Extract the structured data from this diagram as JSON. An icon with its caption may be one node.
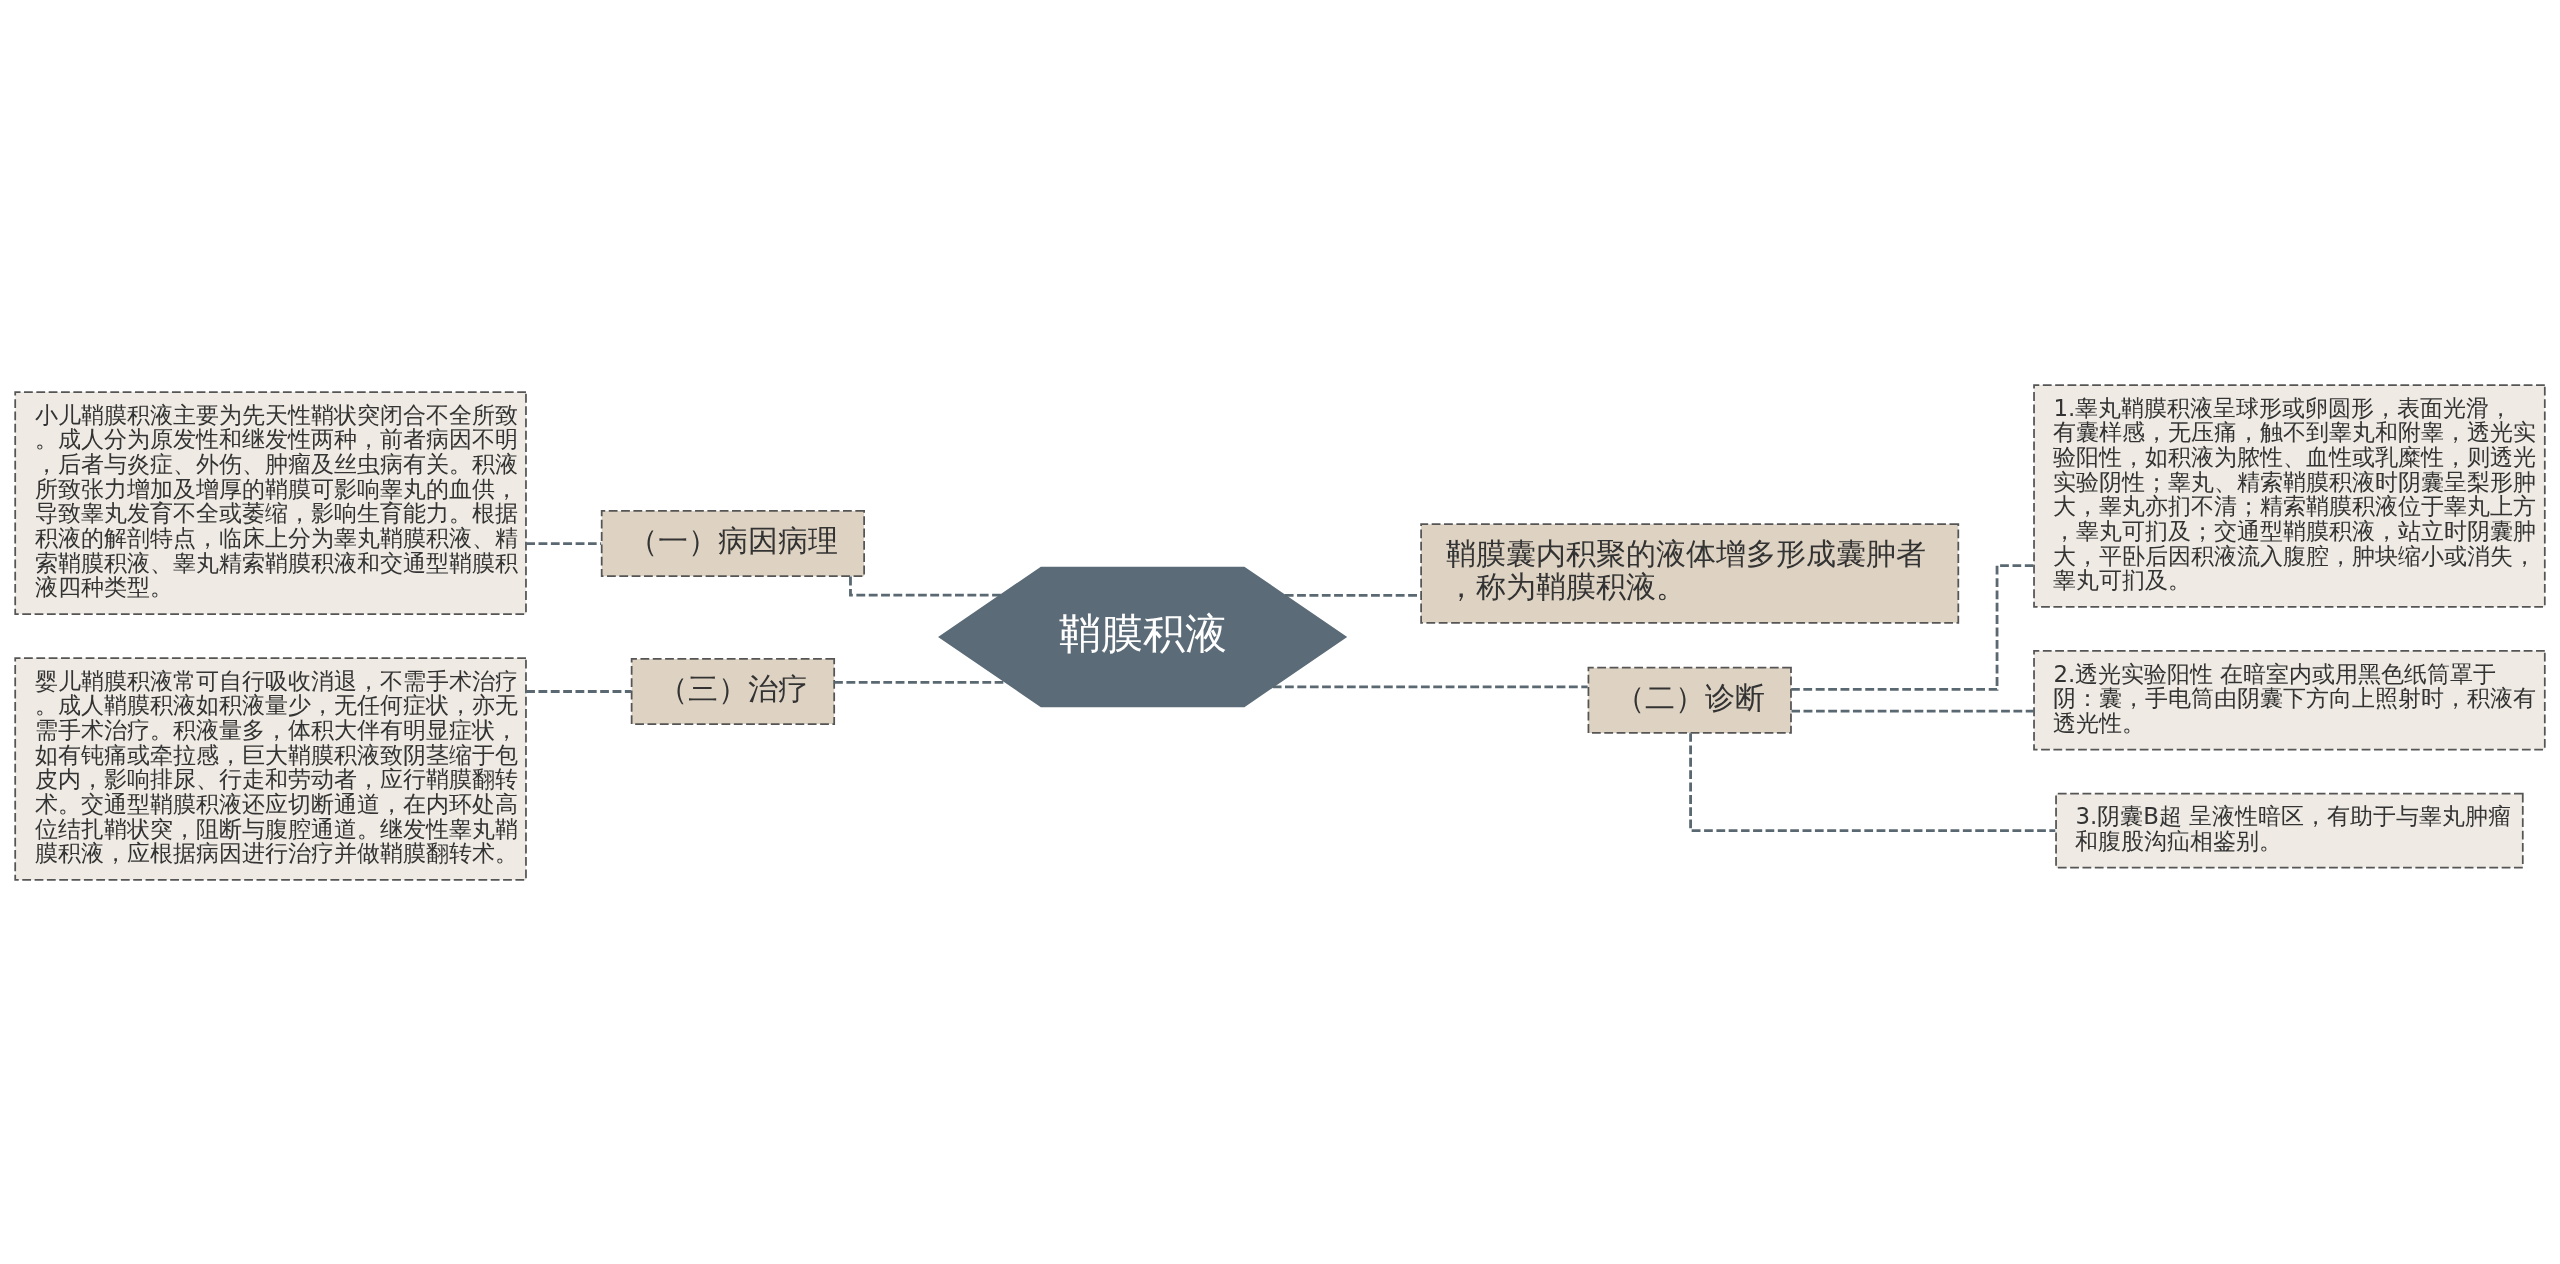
{
  "diagram": {
    "nodes": [
      {
        "text": [
          "鞘膜积液"
        ]
      },
      {
        "text": [
          "（一）病因病理"
        ]
      },
      {
        "text": [
          "小儿鞘膜积液主要为先天性鞘状突闭合不全所致。成人分为原发性和继发性两种，前者病因不明，后者与炎症、外伤、肿瘤及丝虫病有关。积液所致张力增加及增厚的鞘膜可影响睾丸的血供，导致睾丸发育不全或萎缩，影响生育能力。根据积液的解剖特点，临床上分为睾丸鞘膜积液、精索鞘膜积液、睾丸精索鞘膜积液和交通型鞘膜积液四种类型。"
        ]
      },
      {
        "text": [
          "（三）治疗"
        ]
      },
      {
        "text": [
          "婴儿鞘膜积液常可自行吸收消退，不需手术治疗。成人鞘膜积液如积液量少，无任何症状，亦无需手术治疗。积液量多，体积大伴有明显症状，如有钝痛或牵拉感，巨大鞘膜积液致阴茎缩于包皮内，影响排尿、行走和劳动者，应行鞘膜翻转术。交通型鞘膜积液还应切断通道，在内环处高位结扎鞘状突，阻断与腹腔通道。继发性睾丸鞘膜积液，应根据病因进行治疗并做鞘膜翻转术。"
        ]
      },
      {
        "text": [
          "鞘膜囊内积聚的液体增多形成囊肿者，称为鞘膜积液。"
        ]
      },
      {
        "text": [
          "（二）诊断"
        ]
      },
      {
        "text": [
          "1.睾丸鞘膜积液呈球形或卵圆形，表面光滑，有囊样感，无压痛，触不到睾丸和附睾，透光实验阳性，如积液为脓性、血性或乳糜性，则透光实验阴性；睾丸、精索鞘膜积液时阴囊呈梨形肿大，睾丸亦扪不清；精索鞘膜积液位于睾丸上方，睾丸可扪及；交通型鞘膜积液，站立时阴囊肿大，平卧后因积液流入腹腔，肿块缩小或消失，睾丸可扪及。"
        ]
      },
      {
        "text": [
          "2.透光实验阳性 在暗室内或用黑色纸筒罩于阴：囊，手电筒由阴囊下方向上照射时，积液有透光性。"
        ]
      },
      {
        "text": [
          "3.阴囊B超 呈液性暗区，有助于与睾丸肿瘤和腹股沟疝相鉴别。"
        ]
      }
    ],
    "edges": [
      {
        "from": 0,
        "to": 1,
        "arrow": "none"
      },
      {
        "from": 1,
        "to": 2,
        "arrow": "none"
      },
      {
        "from": 0,
        "to": 3,
        "arrow": "none"
      },
      {
        "from": 3,
        "to": 4,
        "arrow": "none"
      },
      {
        "from": 0,
        "to": 5,
        "arrow": "none"
      },
      {
        "from": 0,
        "to": 6,
        "arrow": "none"
      },
      {
        "from": 6,
        "to": 7,
        "arrow": "none"
      },
      {
        "from": 6,
        "to": 8,
        "arrow": "none"
      },
      {
        "from": 6,
        "to": 9,
        "arrow": "none"
      }
    ]
  }
}
